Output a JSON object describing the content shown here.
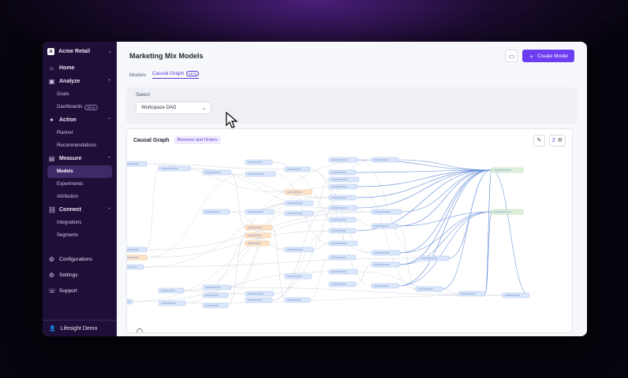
{
  "brand": {
    "name": "Acme Retail"
  },
  "nav": {
    "home": "Home",
    "analyze": "Analyze",
    "analyze_items": [
      "Goals",
      "Dashboards"
    ],
    "dashboards_badge": "BETA",
    "action": "Action",
    "action_items": [
      "Planner",
      "Recommendations"
    ],
    "measure": "Measure",
    "measure_items": [
      "Models",
      "Experiments",
      "Attribution"
    ],
    "connect": "Connect",
    "connect_items": [
      "Integrations",
      "Segments"
    ],
    "configurations": "Configurations",
    "settings": "Settings",
    "support": "Support"
  },
  "user": {
    "name": "Lifesight Demo"
  },
  "header": {
    "title": "Marketing Mix Models",
    "create_label": "Create Model"
  },
  "tabs": {
    "models": "Models",
    "causal_graph": "Causal Graph",
    "beta": "BETA"
  },
  "select": {
    "label": "Select",
    "value": "Workspace DAG"
  },
  "graph": {
    "title": "Causal Graph",
    "chip": "Revenue and Orders",
    "count": "2"
  },
  "colors": {
    "accent": "#6d3df2",
    "sidebar": "#1e0f38",
    "node_blue": "#dbe7fb",
    "node_orange": "#fde2c7",
    "node_green": "#dff1dc"
  }
}
